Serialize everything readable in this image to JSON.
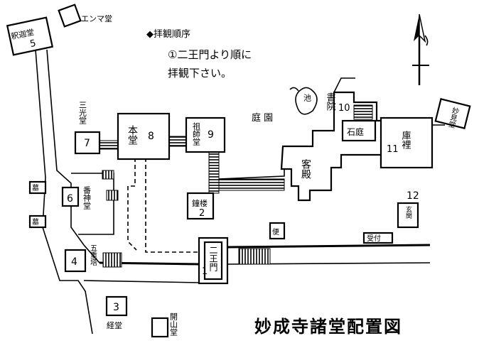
{
  "title": "妙成寺諸堂配置図",
  "guide": {
    "heading": "◆拝観順序",
    "line1": "①二王門より順に",
    "line2": "拝観下さい。"
  },
  "labels": {
    "niomon": "二王門",
    "niomon_num": "1",
    "shoro": "鐘楼",
    "shoro_num": "2",
    "kyodo": "経堂",
    "kyodo_num": "3",
    "gojunoto": "五重塔",
    "gojunoto_num": "4",
    "shakado": "釈迦堂",
    "shakado_num": "5",
    "banjindo": "番神堂",
    "banjindo_num": "6",
    "sankodo": "三光堂",
    "sankodo_num": "7",
    "hondo": "本堂",
    "hondo_num": "8",
    "soshido": "祖師堂",
    "soshido_num": "9",
    "shoin": "書院",
    "shoin_num": "10",
    "kuri": "庫裡",
    "kuri_num": "11",
    "num12": "12",
    "gentaku": "玄関",
    "enmado": "エンマ堂",
    "kaisando": "開山堂",
    "myokendo": "妙見堂",
    "teien": "庭 園",
    "ike": "池",
    "sekitei": "石庭",
    "kyakuden": "客殿",
    "uketsuke": "受付",
    "haka1": "墓",
    "haka2": "墓",
    "toilet": "便"
  }
}
